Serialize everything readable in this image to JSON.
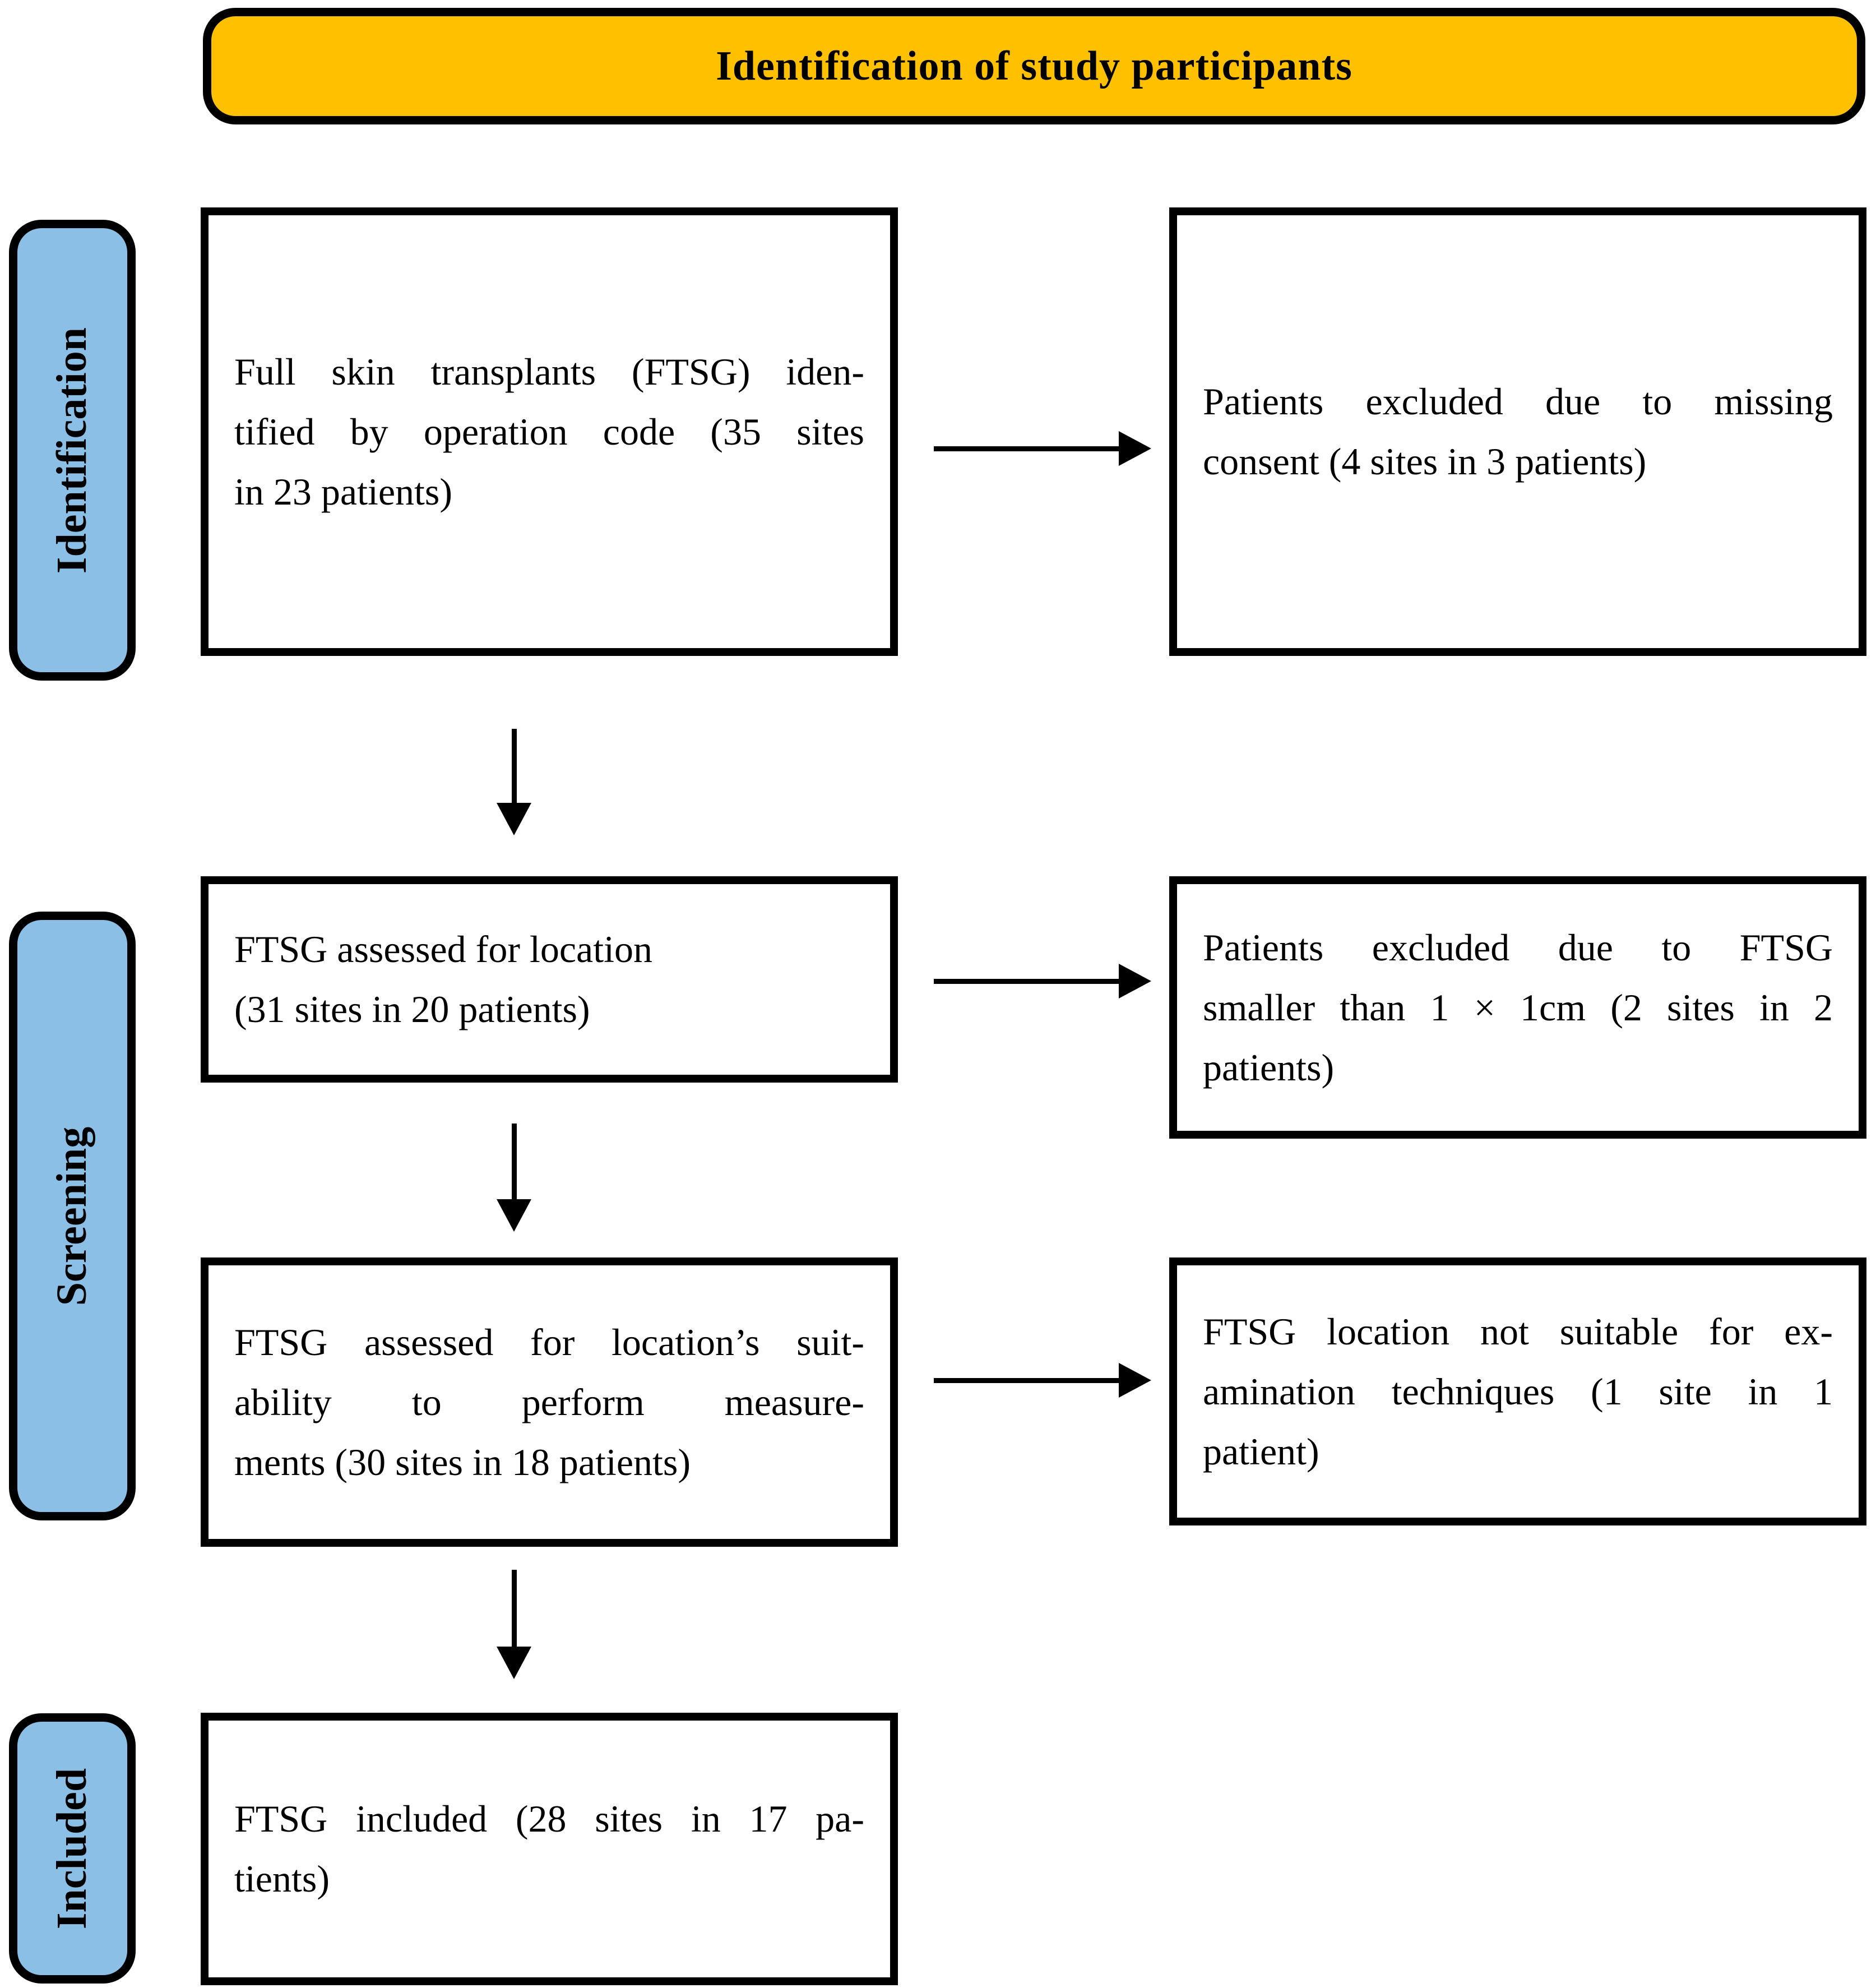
{
  "header": {
    "title": "Identification of study participants"
  },
  "colors": {
    "header_bg": "#FFC000",
    "stage_bg": "#8CBFE6",
    "box_bg": "#FFFFFF",
    "line": "#000000"
  },
  "stage_labels": {
    "identification": "Identification",
    "screening": "Screening",
    "included": "Included"
  },
  "boxes": {
    "ftsg_identified": {
      "lines": [
        "Full skin transplants (FTSG) iden-",
        "tified by operation code (35 sites",
        "in 23 patients)"
      ]
    },
    "excluded_missing_consent": {
      "lines": [
        "Patients excluded due to missing",
        "consent (4 sites in 3 patients)"
      ]
    },
    "assessed_for_location": {
      "lines": [
        "FTSG assessed for location",
        "(31 sites in 20 patients)"
      ]
    },
    "excluded_too_small": {
      "lines": [
        "Patients excluded due to FTSG",
        "smaller than 1 × 1cm (2 sites in 2",
        "patients)"
      ]
    },
    "assessed_suitability": {
      "lines": [
        "FTSG assessed for location’s suit-",
        "ability to perform measure-",
        "ments (30 sites in 18 patients)"
      ]
    },
    "location_not_suitable": {
      "lines": [
        "FTSG location not suitable for ex-",
        "amination techniques (1 site in 1",
        "patient)"
      ]
    },
    "included_final": {
      "lines": [
        "FTSG included (28 sites in 17 pa-",
        "tients)"
      ]
    }
  }
}
